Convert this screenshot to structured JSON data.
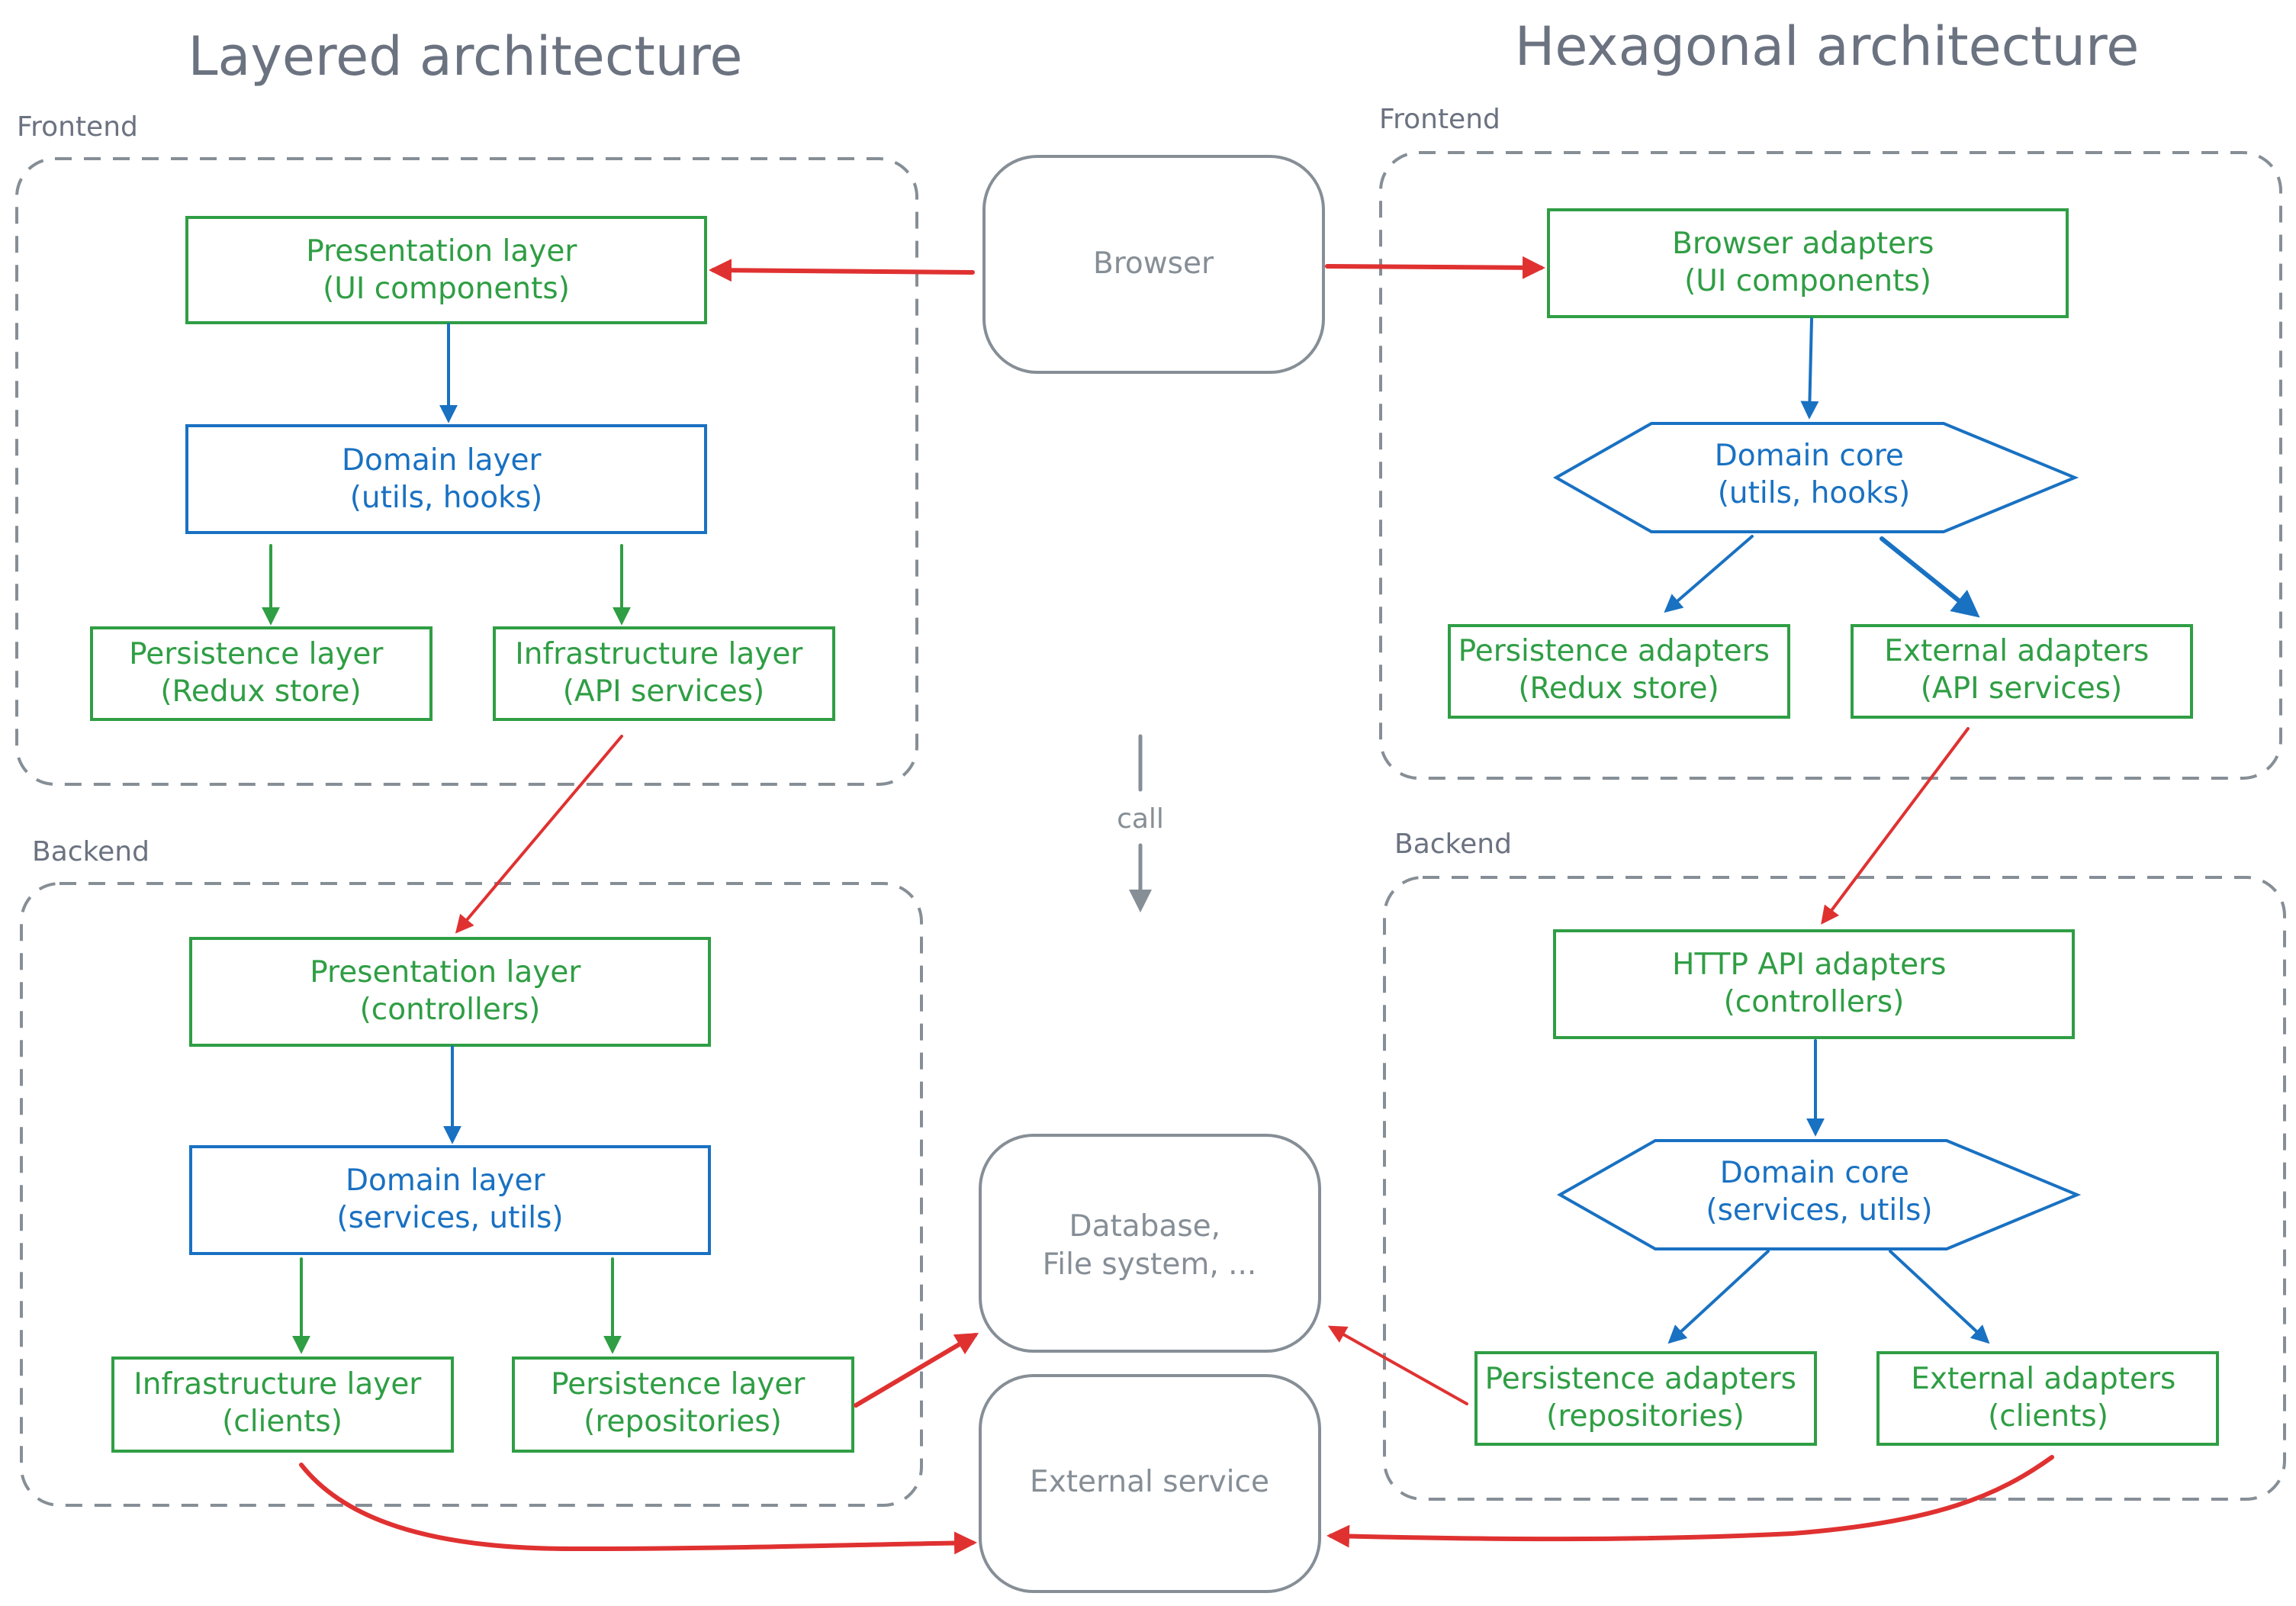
{
  "titles": {
    "layered": "Layered architecture",
    "hexagonal": "Hexagonal architecture"
  },
  "sections": {
    "layered_frontend": "Frontend",
    "layered_backend": "Backend",
    "hex_frontend": "Frontend",
    "hex_backend": "Backend"
  },
  "layered": {
    "frontend": {
      "presentation": [
        "Presentation layer",
        "(UI components)"
      ],
      "domain": [
        "Domain layer",
        "(utils, hooks)"
      ],
      "persistence": [
        "Persistence layer",
        "(Redux store)"
      ],
      "infrastructure": [
        "Infrastructure layer",
        "(API services)"
      ]
    },
    "backend": {
      "presentation": [
        "Presentation layer",
        "(controllers)"
      ],
      "domain": [
        "Domain layer",
        "(services, utils)"
      ],
      "infrastructure": [
        "Infrastructure layer",
        "(clients)"
      ],
      "persistence": [
        "Persistence layer",
        "(repositories)"
      ]
    }
  },
  "hexagonal": {
    "frontend": {
      "browser_adapters": [
        "Browser adapters",
        "(UI components)"
      ],
      "domain_core": [
        "Domain core",
        "(utils, hooks)"
      ],
      "persistence_adapters": [
        "Persistence adapters",
        "(Redux store)"
      ],
      "external_adapters": [
        "External adapters",
        "(API services)"
      ]
    },
    "backend": {
      "http_adapters": [
        "HTTP API adapters",
        "(controllers)"
      ],
      "domain_core": [
        "Domain core",
        "(services, utils)"
      ],
      "persistence_adapters": [
        "Persistence adapters",
        "(repositories)"
      ],
      "external_adapters": [
        "External adapters",
        "(clients)"
      ]
    }
  },
  "externals": {
    "browser": "Browser",
    "database": [
      "Database,",
      "File system, ..."
    ],
    "external_service": "External service"
  },
  "legend": {
    "call": "call"
  },
  "colors": {
    "adapter_green": "#2f9e44",
    "domain_blue": "#1971c2",
    "call_red": "#e03131",
    "neutral_gray": "#868e96"
  }
}
